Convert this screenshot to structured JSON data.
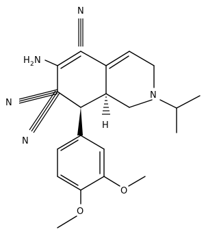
{
  "structure": {
    "atom_labels": {
      "cn_top": "N",
      "cn_left_upper": "N",
      "cn_left_lower": "N",
      "amino_main": "H",
      "amino_sub": "2",
      "amino_n": "N",
      "ring_n": "N",
      "stereo_h": "H",
      "ome_upper": "O",
      "ome_lower": "O"
    }
  }
}
